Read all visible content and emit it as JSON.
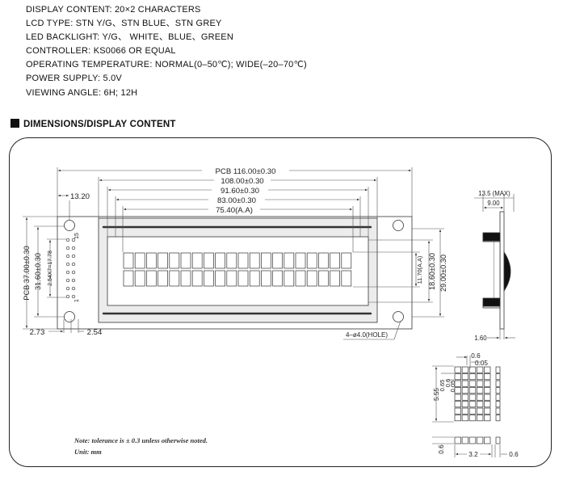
{
  "specs": {
    "display_content": "DISPLAY CONTENT: 20×2 CHARACTERS",
    "lcd_type": "LCD TYPE: STN Y/G、STN BLUE、STN GREY",
    "backlight": "LED BACKLIGHT: Y/G、 WHITE、BLUE、GREEN",
    "controller": "CONTROLLER: KS0066 OR EQUAL",
    "temperature": "OPERATING TEMPERATURE: NORMAL(0–50℃); WIDE(–20–70℃)",
    "power": "POWER SUPPLY: 5.0V",
    "viewing_angle": "VIEWING ANGLE: 6H; 12H"
  },
  "section_heading": "DIMENSIONS/DISPLAY CONTENT",
  "dimensions": {
    "pcb_width": "PCB  116.00±0.30",
    "bezel_width": "108.00±0.30",
    "va_width": "91.60±0.30",
    "window_width": "83.00±0.30",
    "aa_width": "75.40(A.A)",
    "hole_offset": "13.20",
    "pcb_height": "PCB  37.00±0.30",
    "inner_height": "31.60±0.30",
    "pin_pitch": "2.54X7=17.78",
    "pin_first": "1",
    "pin_last": "15",
    "aa_height": "11.70(A.A)",
    "window_height": "18.60±0.30",
    "bezel_height": "29.00±0.30",
    "hole_spec": "4–ø4.0(HOLE)",
    "pin_offset_x": "2.73",
    "pin_offset_2": "2.54",
    "side_max": "13.5 (MAX)",
    "side_depth": "9.00",
    "side_pcb": "1.60",
    "char_gap_x": "0.6",
    "char_dot_x": "0.05",
    "char_height": "5.55",
    "char_dot_y1": "0.65",
    "char_dot_y2": "0.6",
    "char_dot_y3": "0.05",
    "char_row_gap": "0.6",
    "char_width": "3.2",
    "char_gap_right": "0.6"
  },
  "notes": {
    "tolerance": "Note: tolerance is ± 0.3 unless otherwise noted.",
    "unit": "Unit: mm"
  }
}
